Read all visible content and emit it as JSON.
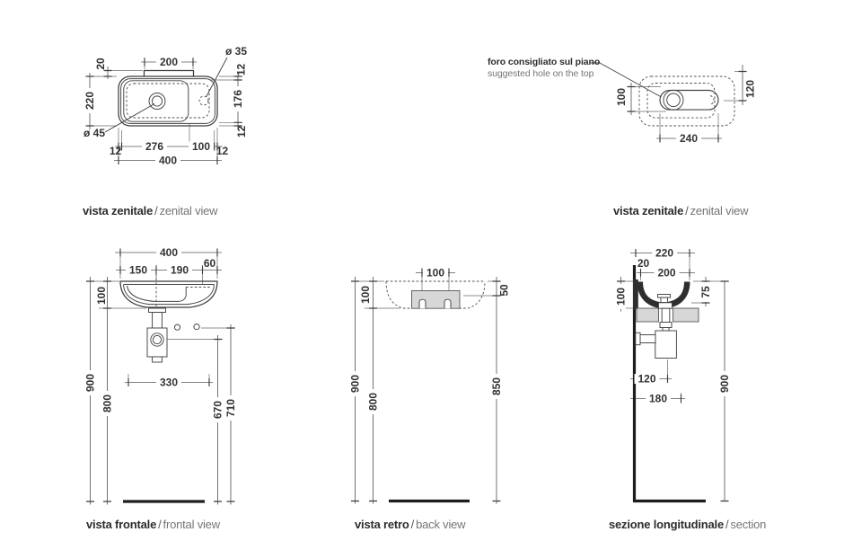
{
  "labels": {
    "separator": "/",
    "zenital_left": {
      "it": "vista zenitale",
      "en": "zenital view"
    },
    "zenital_right": {
      "it": "vista zenitale",
      "en": "zenital view"
    },
    "frontal": {
      "it": "vista frontale",
      "en": "frontal view"
    },
    "back": {
      "it": "vista retro",
      "en": "back view"
    },
    "section": {
      "it": "sezione longitudinale",
      "en": "section"
    }
  },
  "note": {
    "it": "foro consigliato sul piano",
    "en": "suggested hole on the top"
  },
  "dims": {
    "zenital_left": {
      "top_ledge": "200",
      "ledge_offset": "20",
      "depth": "220",
      "drain_dia": "ø 45",
      "tap_dia": "ø 35",
      "right_top": "12",
      "right_mid": "176",
      "right_bottom": "12",
      "bottom_left": "12",
      "bottom_basin": "276",
      "bottom_deck": "100",
      "bottom_right": "12",
      "width": "400"
    },
    "zenital_right": {
      "hole_offset": "100",
      "hole_depth": "120",
      "hole_width": "240"
    },
    "frontal": {
      "width": "400",
      "left_span": "150",
      "mid_span": "190",
      "right_span": "60",
      "basin_height": "100",
      "bracket_span": "330",
      "floor_to_rim": "900",
      "floor_to_bottom": "800",
      "floor_to_trap": "670",
      "floor_to_holes": "710"
    },
    "back": {
      "notch_span": "100",
      "basin_height": "100",
      "rim_to_bracket": "50",
      "floor_to_rim": "900",
      "floor_to_bottom": "800",
      "floor_to_bracket": "850"
    },
    "section": {
      "depth_total": "220",
      "wall_gap": "20",
      "basin_depth": "200",
      "basin_height": "100",
      "rim_to_inner": "75",
      "wall_to_drain": "120",
      "wall_to_trap": "180",
      "floor_to_rim": "900"
    }
  },
  "colors": {
    "line": "#3c3c3c",
    "fill_gray": "#d7d7d7",
    "text_en": "#757575"
  }
}
